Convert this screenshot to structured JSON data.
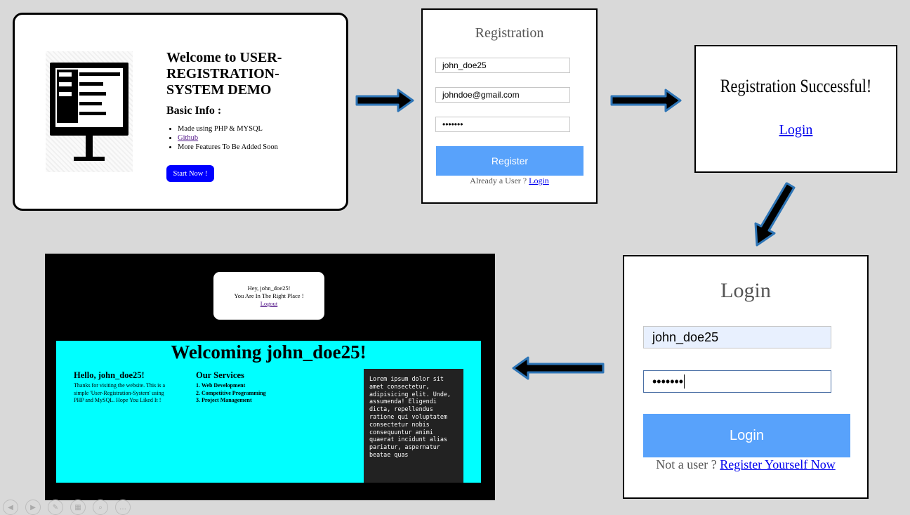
{
  "welcome": {
    "title": "Welcome to USER-REGISTRATION-SYSTEM DEMO",
    "subtitle": "Basic Info :",
    "bullets": [
      "Made using PHP & MYSQL",
      "Github",
      "More Features To Be Added Soon"
    ],
    "button": "Start Now !"
  },
  "registration": {
    "title": "Registration",
    "username": "john_doe25",
    "email": "johndoe@gmail.com",
    "password": "•••••••",
    "button": "Register",
    "footer_text": "Already a User ?",
    "footer_link": "Login"
  },
  "success": {
    "message": "Registration Successful!",
    "link": "Login"
  },
  "login": {
    "title": "Login",
    "username": "john_doe25",
    "password": "•••••••",
    "button": "Login",
    "footer_text": "Not a user ?",
    "footer_link": "Register Yourself Now"
  },
  "dashboard": {
    "card_line1": "Hey, john_doe25!",
    "card_line2": "You Are In The Right Place !",
    "card_link": "Logout",
    "heading": "Welcoming john_doe25!",
    "hello_title": "Hello, john_doe25!",
    "hello_text": "Thanks for visiting the website. This is a simple 'User-Registration-System' using PHP and MySQL. Hope You Liked It !",
    "services_title": "Our Services",
    "services": [
      "1. Web Development",
      "2. Competitive Programming",
      "3. Project Management"
    ],
    "lorem": "Lorem ipsum dolor sit amet consectetur, adipisicing elit. Unde, assumenda! Eligendi dicta, repellendus ratione qui voluptatem consectetur nobis consequuntur animi quaerat incidunt alias pariatur, aspernatur beatae quas"
  },
  "colors": {
    "background": "#d9d9d9",
    "arrow_fill": "#000000",
    "arrow_outline": "#2e75b6",
    "button_blue": "#58a2fb",
    "start_button": "#0000ff",
    "dashboard_cyan": "#00ffff"
  },
  "icons": [
    "computer-monitor-icon",
    "arrow-right-icon",
    "arrow-down-left-icon",
    "arrow-left-icon"
  ],
  "nav_controls": [
    "previous-icon",
    "next-icon",
    "pen-icon",
    "slides-icon",
    "zoom-icon",
    "more-icon"
  ]
}
